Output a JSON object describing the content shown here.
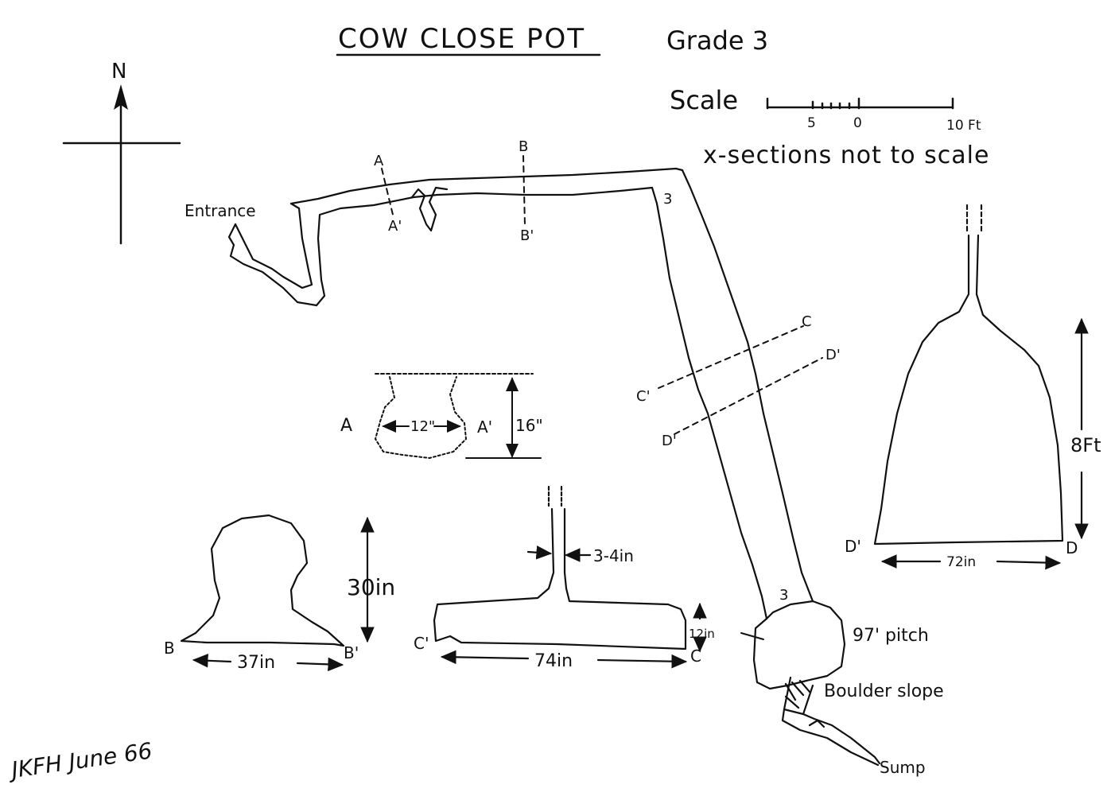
{
  "header": {
    "title": "COW CLOSE POT",
    "grade": "Grade 3"
  },
  "scale": {
    "label": "Scale",
    "tick_5": "5",
    "tick_0": "0",
    "tick_10": "10 Ft",
    "note": "x-sections not to scale"
  },
  "compass": {
    "north": "N"
  },
  "plan": {
    "entrance": "Entrance",
    "pitch": "97' pitch",
    "boulder_slope": "Boulder slope",
    "sump": "Sump",
    "marker_1": "3",
    "marker_2": "3"
  },
  "sections": {
    "a_a": {
      "label_a": "A",
      "label_a_prime": "A'",
      "width": "12\"",
      "height": "16\""
    },
    "b_b": {
      "label_b": "B",
      "label_b_prime": "B'",
      "width": "37in",
      "height": "30in"
    },
    "c_c": {
      "label_c": "C",
      "label_c_prime": "C'",
      "width": "74in",
      "height": "12in",
      "slot": "3-4in"
    },
    "d_d": {
      "label_d": "D",
      "label_d_prime": "D'",
      "width": "72in",
      "height": "8Ft"
    }
  },
  "plan_lines": {
    "a_top": "A",
    "a_bottom": "A'",
    "b_top": "B",
    "b_bottom": "B'",
    "c_end": "C",
    "c_start": "C'",
    "d_end": "D'",
    "d_start": "D'"
  },
  "signature": "JKFH June 66"
}
